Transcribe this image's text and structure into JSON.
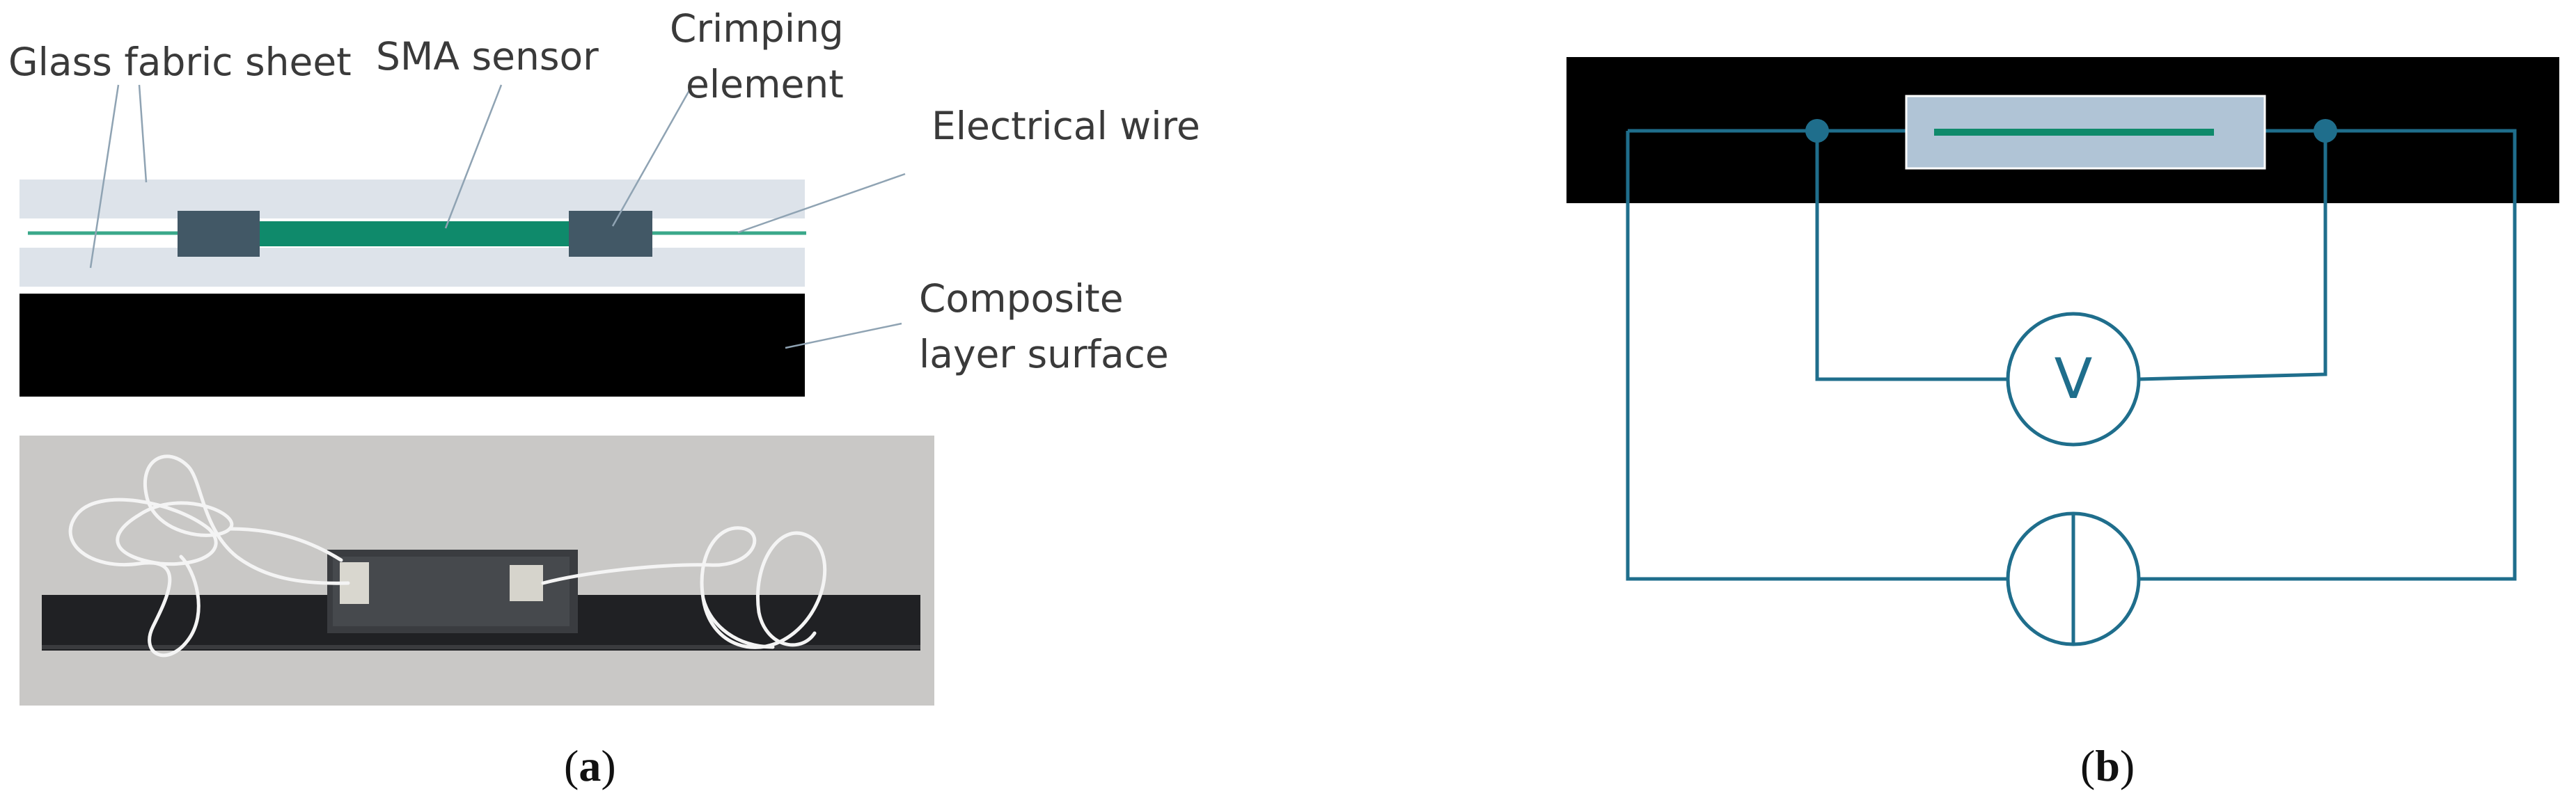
{
  "panel_a": {
    "labels": {
      "glass_fabric": "Glass fabric sheet",
      "sma_sensor": "SMA sensor",
      "crimping_1": "Crimping",
      "crimping_2": "element",
      "electrical_wire": "Electrical wire",
      "composite_1": "Composite",
      "composite_2": "layer surface"
    },
    "caption_open": "(",
    "caption_letter": "a",
    "caption_close": ")"
  },
  "panel_b": {
    "voltmeter_symbol": "V",
    "caption_open": "(",
    "caption_letter": "b",
    "caption_close": ")"
  },
  "colors": {
    "glass_fabric": "#dde3ea",
    "sma_sensor": "#0f8a6b",
    "crimping": "#425866",
    "composite": "#000000",
    "circuit": "#1f6e8c",
    "sensor_box": "#b0c4d6"
  }
}
